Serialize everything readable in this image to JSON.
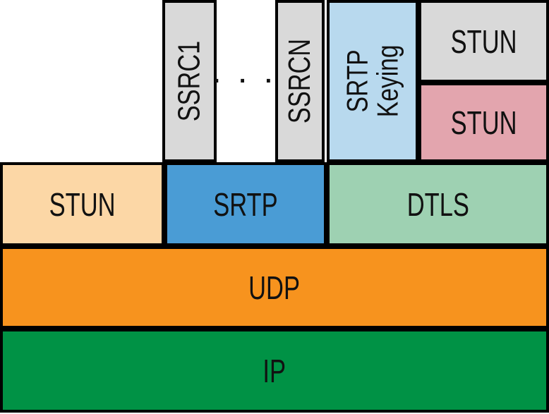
{
  "diagram": {
    "background": "#FFFFFF",
    "border_color": "#000000",
    "text_color": "#111111",
    "dots_label": "· · ·",
    "boxes": {
      "ssrc1": {
        "label": "SSRC1",
        "fill": "#D9D9D9",
        "orientation": "vertical"
      },
      "ssrcn": {
        "label": "SSRCN",
        "fill": "#D9D9D9",
        "orientation": "vertical"
      },
      "srtp_keying": {
        "line1": "SRTP",
        "line2": "Keying",
        "fill": "#B8D9EE",
        "orientation": "vertical"
      },
      "stun_top": {
        "label": "STUN",
        "fill": "#D9D9D9",
        "orientation": "horizontal"
      },
      "stun_pink": {
        "label": "STUN",
        "fill": "#E3A5AE",
        "orientation": "horizontal"
      },
      "stun_left": {
        "label": "STUN",
        "fill": "#FCD7A6",
        "orientation": "horizontal"
      },
      "srtp": {
        "label": "SRTP",
        "fill": "#4A9CD5",
        "orientation": "horizontal"
      },
      "dtls": {
        "label": "DTLS",
        "fill": "#9ED1B2",
        "orientation": "horizontal"
      },
      "udp": {
        "label": "UDP",
        "fill": "#F7931E",
        "orientation": "horizontal"
      },
      "ip": {
        "label": "IP",
        "fill": "#009245",
        "orientation": "horizontal"
      }
    }
  }
}
